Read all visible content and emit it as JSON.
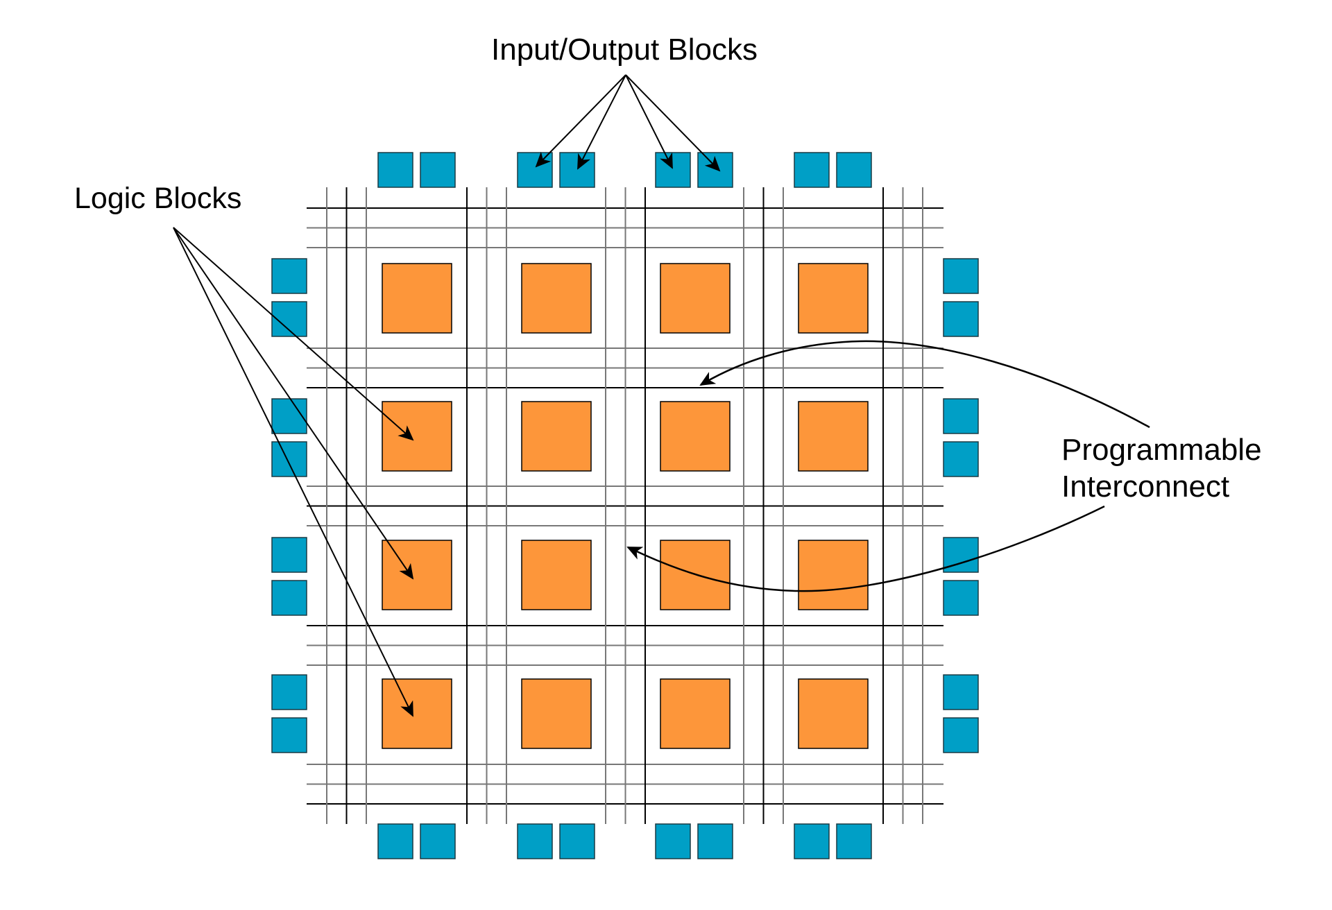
{
  "title": "FPGA Architecture",
  "labels": {
    "io_blocks": "Input/Output Blocks",
    "logic_blocks": "Logic Blocks",
    "interconnect_line1": "Programmable",
    "interconnect_line2": "Interconnect"
  },
  "colors": {
    "logic_block_fill": "#fd963a",
    "io_block_fill": "#009fc6",
    "block_border": "#1a3a44",
    "wire_dark": "#000000",
    "wire_gray": "#777777",
    "arrow": "#000000"
  },
  "grid": {
    "logic_block_rows": 4,
    "logic_block_cols": 4,
    "wires_per_channel": 3,
    "channels_horizontal": 5,
    "channels_vertical": 5
  },
  "io_blocks": {
    "top_pairs": 4,
    "bottom_pairs": 4,
    "left_pairs": 4,
    "right_pairs": 4,
    "blocks_per_pair": 2
  },
  "annotations": [
    {
      "label_ref": "io_blocks",
      "points_to": "top I/O blocks (column 2 and 3 pairs)",
      "arrow_count": 4
    },
    {
      "label_ref": "logic_blocks",
      "points_to": "logic blocks in column 1, rows 2-4",
      "arrow_count": 3
    },
    {
      "label_ref": "interconnect",
      "points_to": "routing channels",
      "arrow_count": 2
    }
  ]
}
